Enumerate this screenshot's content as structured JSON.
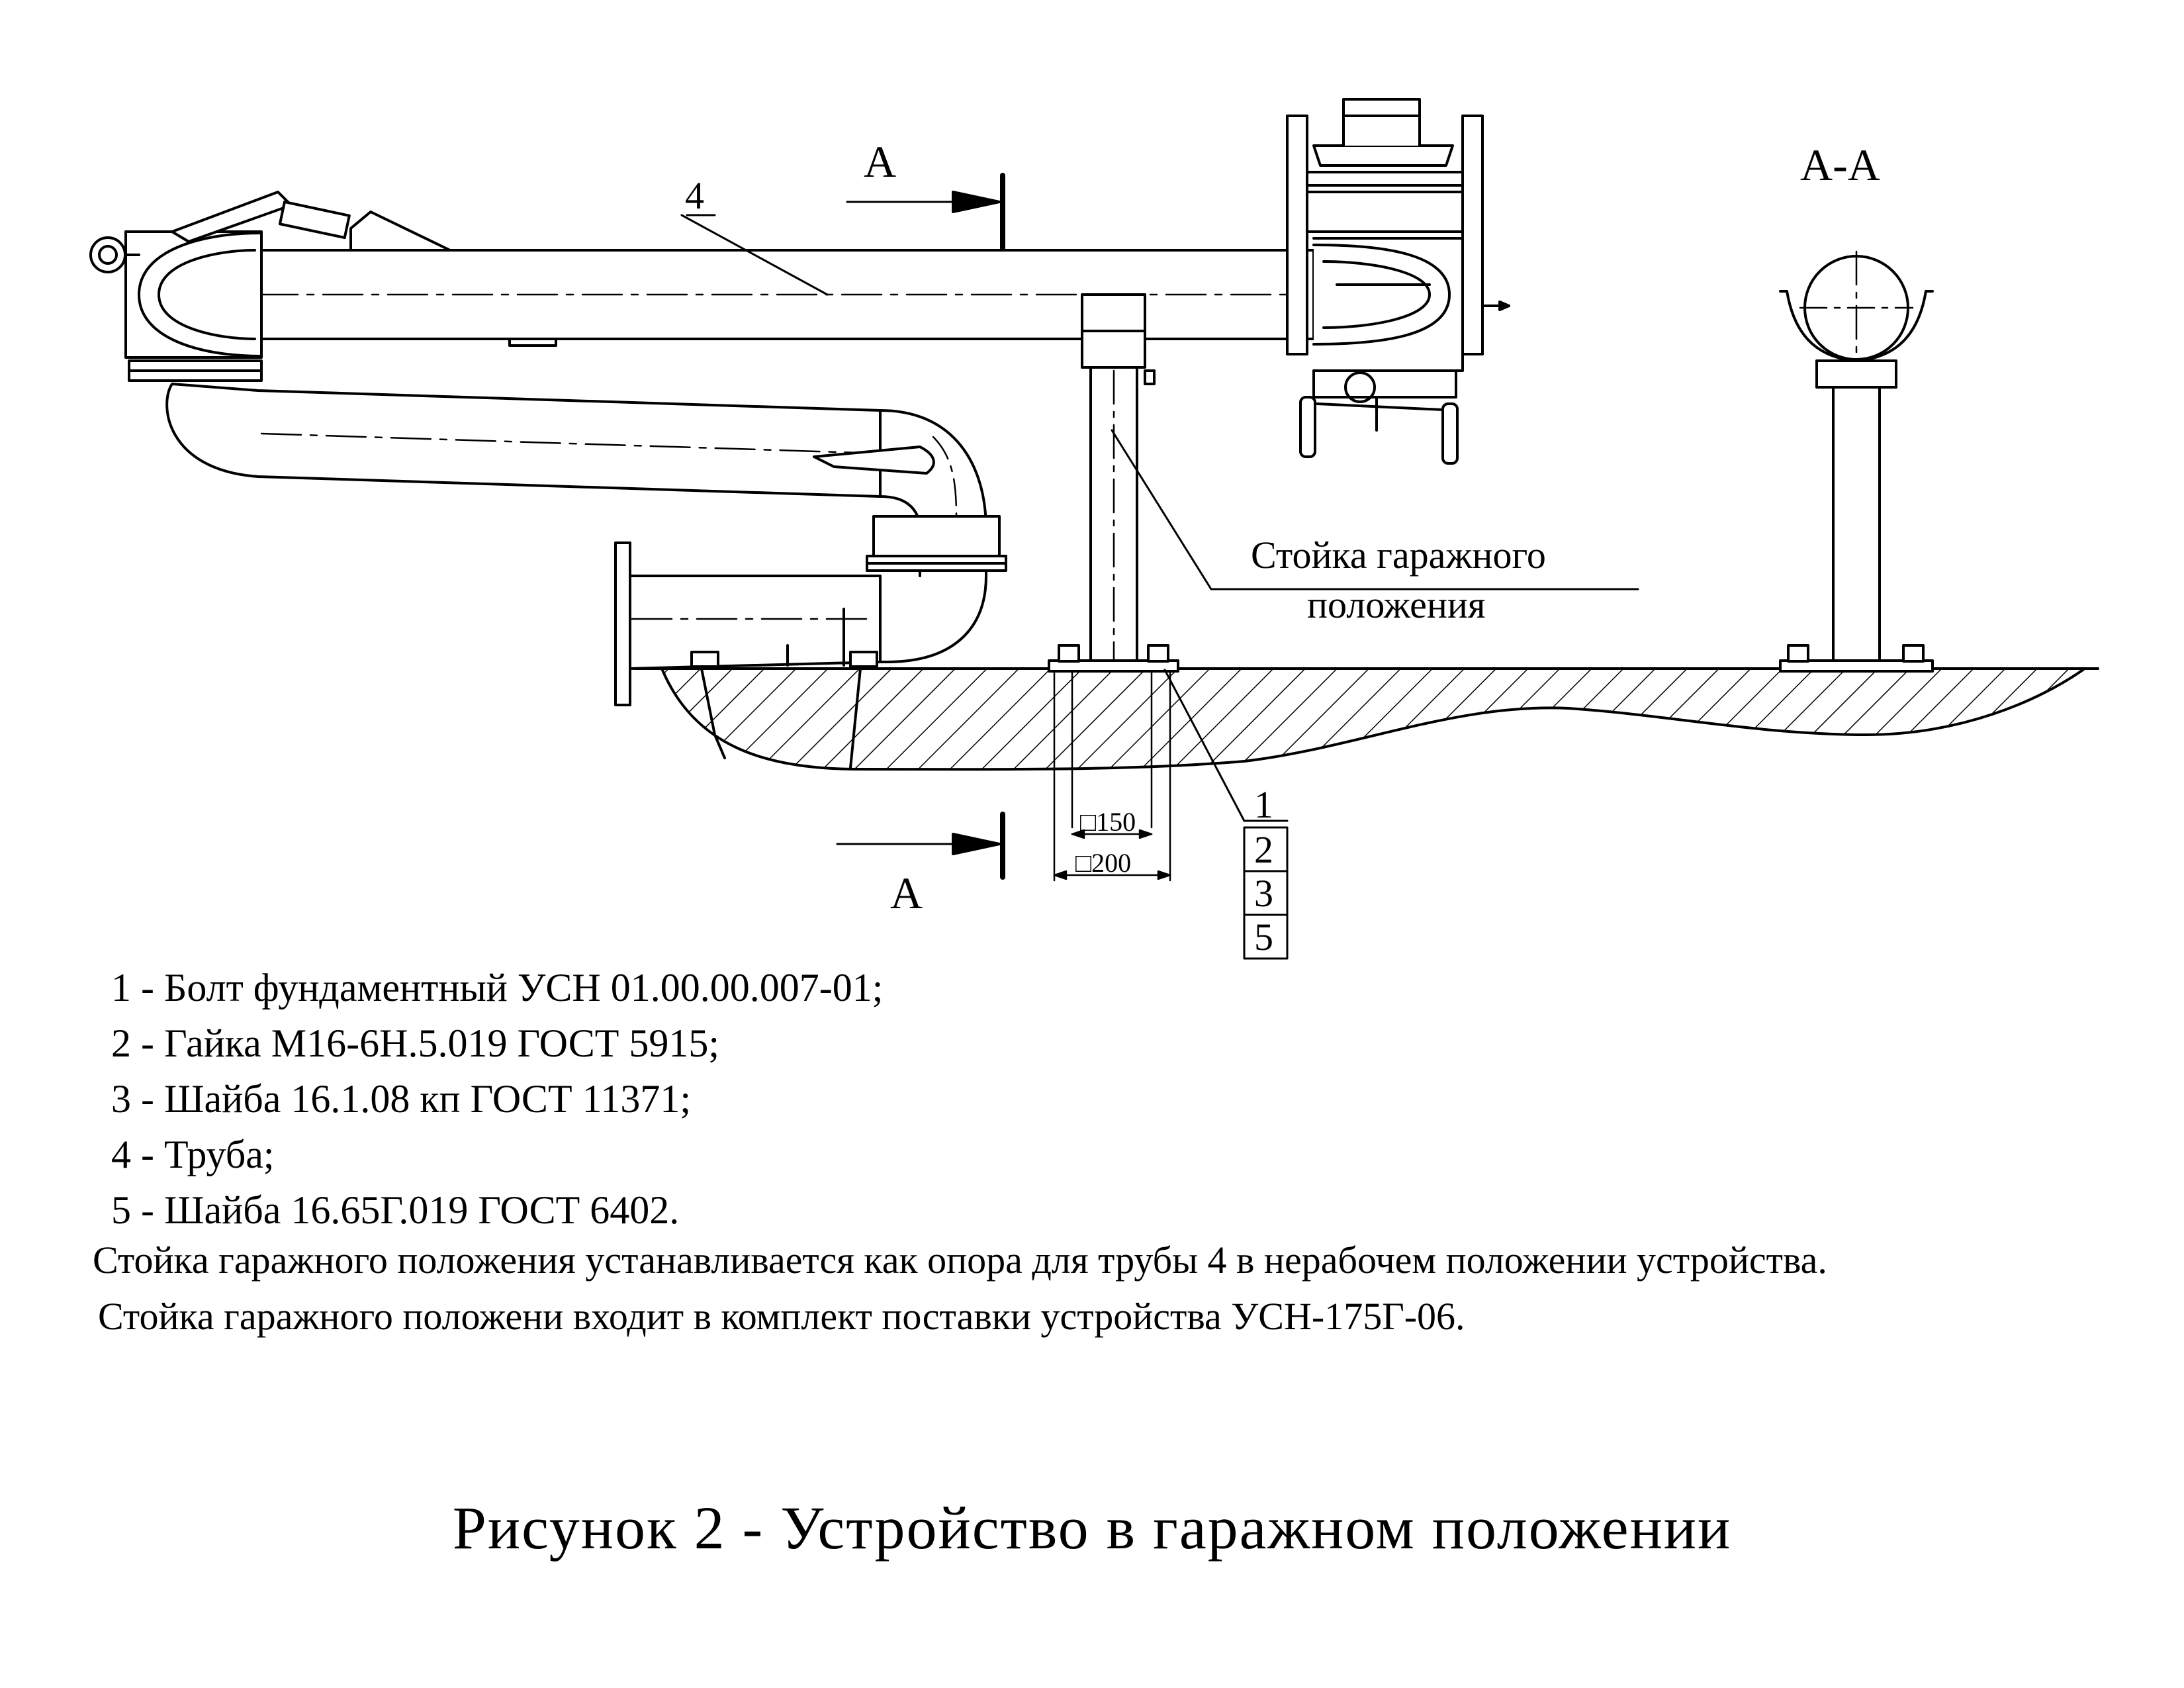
{
  "section_marks": {
    "top": "А",
    "bottom": "А",
    "section_title": "А-А"
  },
  "callouts": {
    "pipe_number": "4",
    "stand_label_line1": "Стойка гаражного",
    "stand_label_line2": "положения",
    "stack_numbers": [
      "1",
      "2",
      "3",
      "5"
    ]
  },
  "dimensions": {
    "inner": "□150",
    "outer": "□200"
  },
  "legend": [
    "1 - Болт фундаментный УСН 01.00.00.007-01;",
    "2 - Гайка М16-6Н.5.019 ГОСТ 5915;",
    "3 - Шайба 16.1.08 кп ГОСТ 11371;",
    "4 - Труба;",
    "5 - Шайба 16.65Г.019 ГОСТ 6402."
  ],
  "notes": [
    "Стойка гаражного положения устанавливается как опора для трубы 4 в нерабочем положении устройства.",
    "Стойка гаражного положени входит в комплект поставки устройства УСН-175Г-06."
  ],
  "caption": "Рисунок 2 -  Устройство в гаражном положении"
}
